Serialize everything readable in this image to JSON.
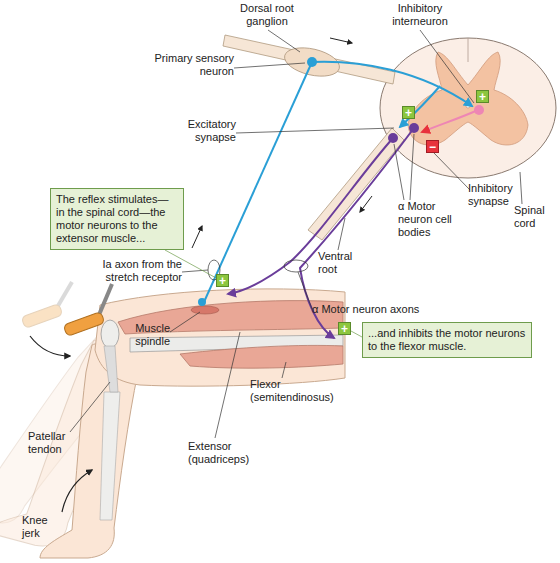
{
  "diagram": {
    "nodes": [
      {
        "text": [
          "The reflex stimulates— in the spinal cord—the motor neurons to the extensor muscle..."
        ]
      },
      {
        "text": [
          "...and inhibits the motor neurons to the flexor muscle."
        ]
      }
    ],
    "labels": [
      "Dorsal root ganglion",
      "Inhibitory interneuron",
      "Primary sensory neuron",
      "Excitatory synapse",
      "+",
      "+",
      "−",
      "Ia axon from the stretch receptor",
      "α Motor neuron cell bodies",
      "Inhibitory synapse",
      "Spinal cord",
      "Ventral root",
      "α Motor neuron axons",
      "Muscle spindle",
      "+",
      "+",
      "Patellar tendon",
      "Flexor (semitendinosus)",
      "Extensor (quadriceps)",
      "Knee jerk"
    ]
  }
}
